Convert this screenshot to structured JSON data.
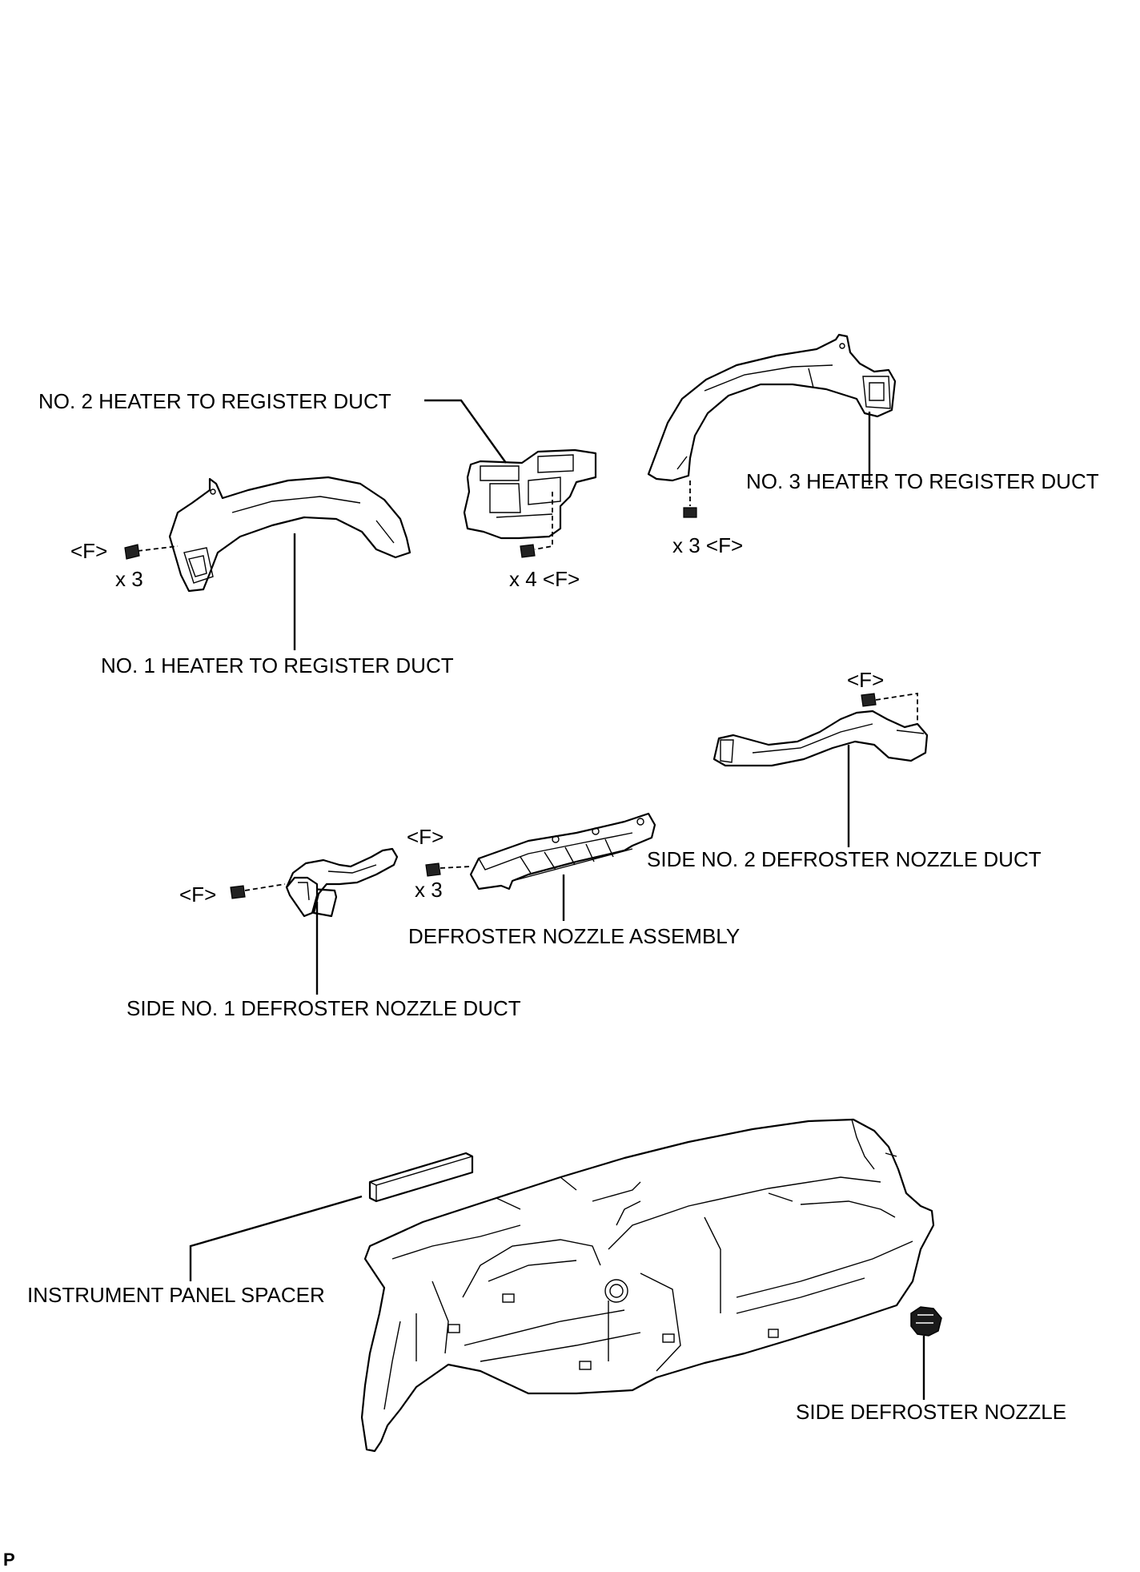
{
  "labels": {
    "no2_heater_duct": "NO. 2 HEATER TO REGISTER DUCT",
    "no3_heater_duct": "NO. 3 HEATER TO REGISTER DUCT",
    "no1_heater_duct": "NO. 1 HEATER TO REGISTER DUCT",
    "side_no2_defroster_duct": "SIDE NO. 2 DEFROSTER NOZZLE DUCT",
    "defroster_nozzle_assembly": "DEFROSTER NOZZLE ASSEMBLY",
    "side_no1_defroster_duct": "SIDE NO. 1 DEFROSTER NOZZLE DUCT",
    "instrument_panel_spacer": "INSTRUMENT PANEL SPACER",
    "side_defroster_nozzle": "SIDE DEFROSTER NOZZLE"
  },
  "fasteners": {
    "f_tag": "<F>",
    "x3": "x 3",
    "x4_f": "x 4 <F>",
    "x3_f": "x 3 <F>"
  },
  "page_code": "P"
}
